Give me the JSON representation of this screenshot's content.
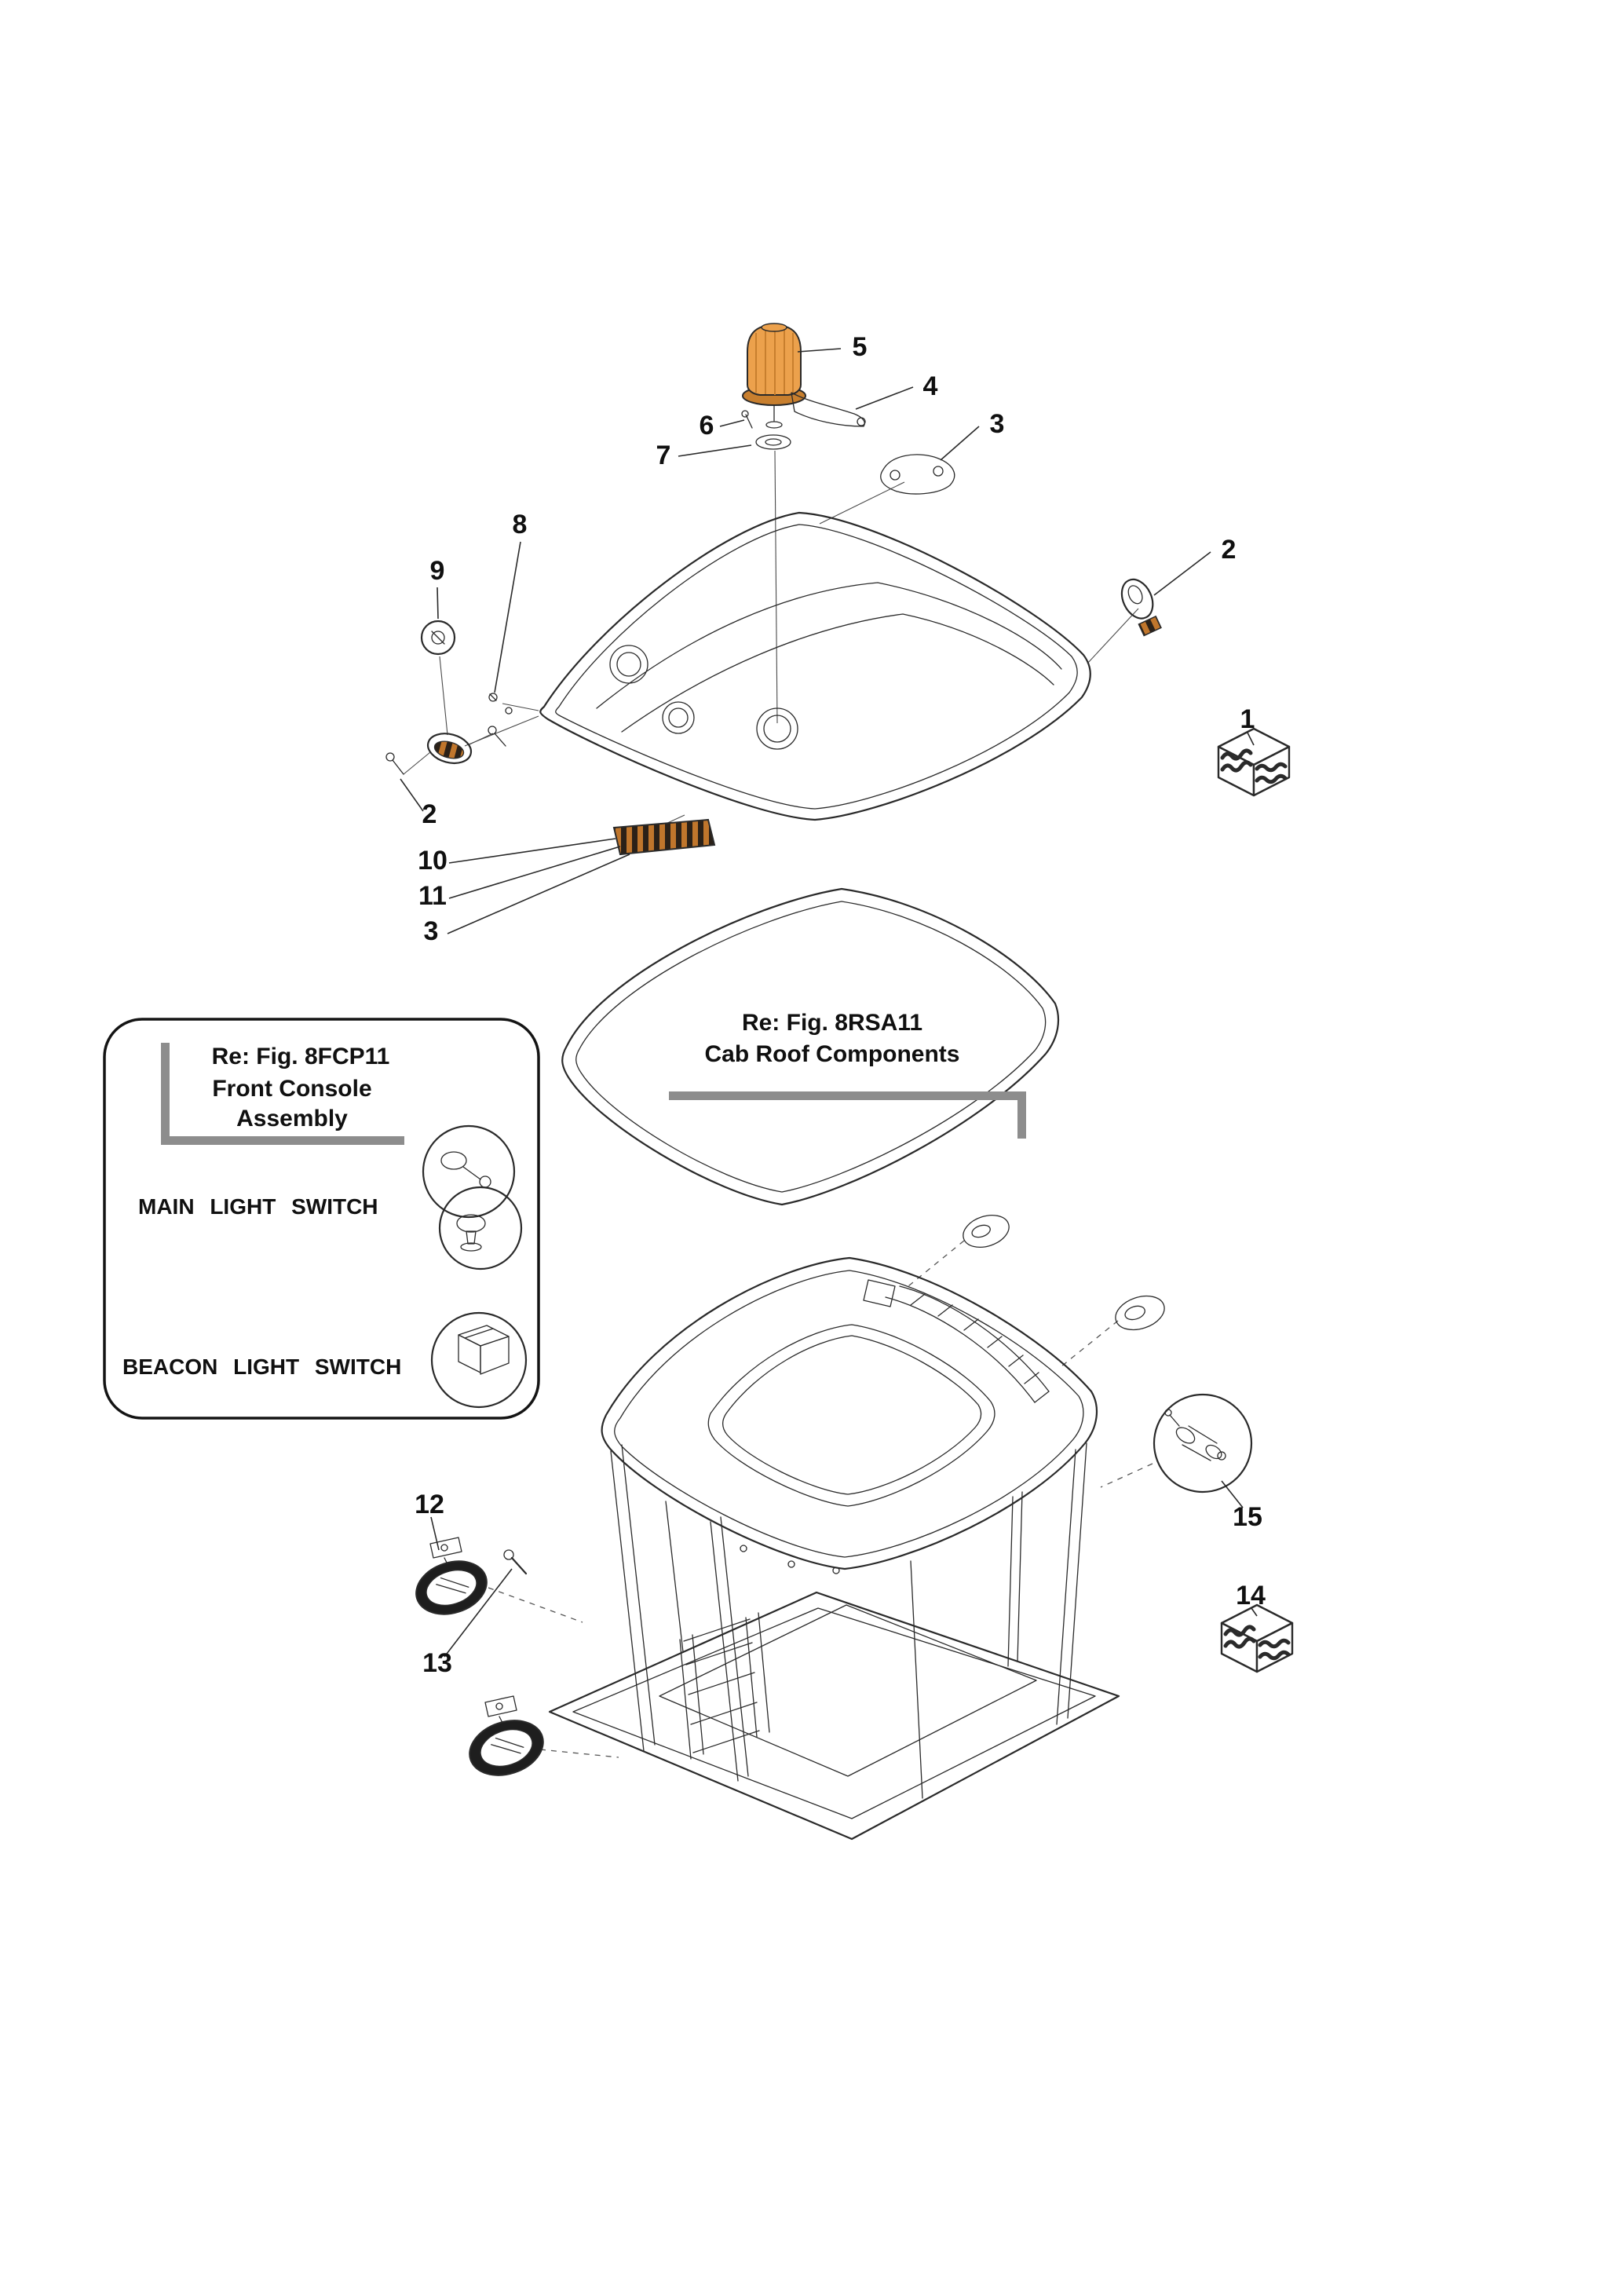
{
  "figure": {
    "cab_roof_ref": {
      "fig_label": "Re: Fig. 8RSA11",
      "title": "Cab Roof Components"
    },
    "front_console_ref": {
      "fig_label": "Re: Fig. 8FCP11",
      "title_line1": "Front Console",
      "title_line2": "Assembly",
      "main_light_switch_label": "MAIN LIGHT SWITCH",
      "beacon_light_switch_label": "BEACON LIGHT SWITCH"
    },
    "callouts": [
      {
        "label": "5"
      },
      {
        "label": "4"
      },
      {
        "label": "6"
      },
      {
        "label": "7"
      },
      {
        "label": "3"
      },
      {
        "label": "2"
      },
      {
        "label": "8"
      },
      {
        "label": "9"
      },
      {
        "label": "2"
      },
      {
        "label": "10"
      },
      {
        "label": "11"
      },
      {
        "label": "3"
      },
      {
        "label": "1"
      },
      {
        "label": "12"
      },
      {
        "label": "13"
      },
      {
        "label": "15"
      },
      {
        "label": "14"
      }
    ],
    "colors": {
      "background": "#ffffff",
      "line": "#2a2a2a",
      "beacon_orange": "#eca14c",
      "beacon_orange_dark": "#c87f2e",
      "stripe_orange": "#c0762c",
      "stripe_dark": "#2b2118",
      "reference_bar_gray": "#8d8d8d"
    }
  }
}
